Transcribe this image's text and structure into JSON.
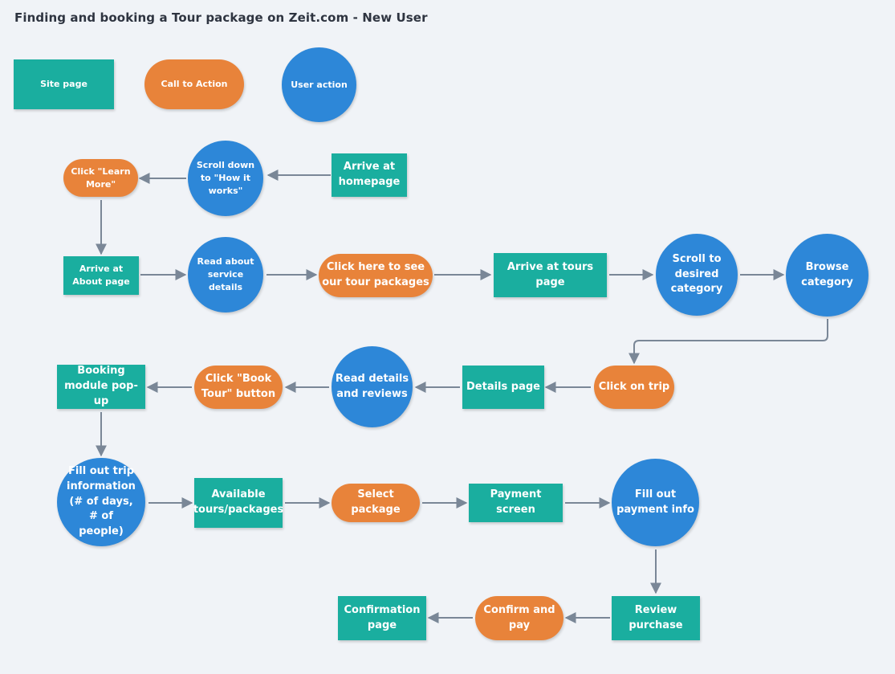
{
  "title": "Finding and booking a Tour package on Zeit.com - New User",
  "legend": {
    "site_page": "Site page",
    "call_to_action": "Call to Action",
    "user_action": "User action"
  },
  "colors": {
    "site_page": "#1aae9f",
    "call_to_action": "#e8833a",
    "user_action": "#2d87d8",
    "connector": "#7a8797",
    "background": "#f0f3f7"
  },
  "nodes": {
    "arrive_homepage": "Arrive at homepage",
    "scroll_how_it_works": "Scroll down to \"How it works\"",
    "click_learn_more": "Click \"Learn More\"",
    "arrive_about": "Arrive at About page",
    "read_service": "Read about service details",
    "click_tour_packages": "Click here to see our tour packages",
    "arrive_tours": "Arrive at tours page",
    "scroll_category": "Scroll to desired category",
    "browse_category": "Browse category",
    "click_trip": "Click on trip",
    "details_page": "Details page",
    "read_details": "Read details and reviews",
    "click_book_tour": "Click \"Book Tour\" button",
    "booking_module": "Booking module pop-up",
    "fill_trip_info": "Fill out trip information (# of days, # of people)",
    "available_tours": "Available tours/packages",
    "select_package": "Select package",
    "payment_screen": "Payment screen",
    "fill_payment": "Fill out payment info",
    "review_purchase": "Review purchase",
    "confirm_pay": "Confirm and pay",
    "confirmation_page": "Confirmation page"
  }
}
